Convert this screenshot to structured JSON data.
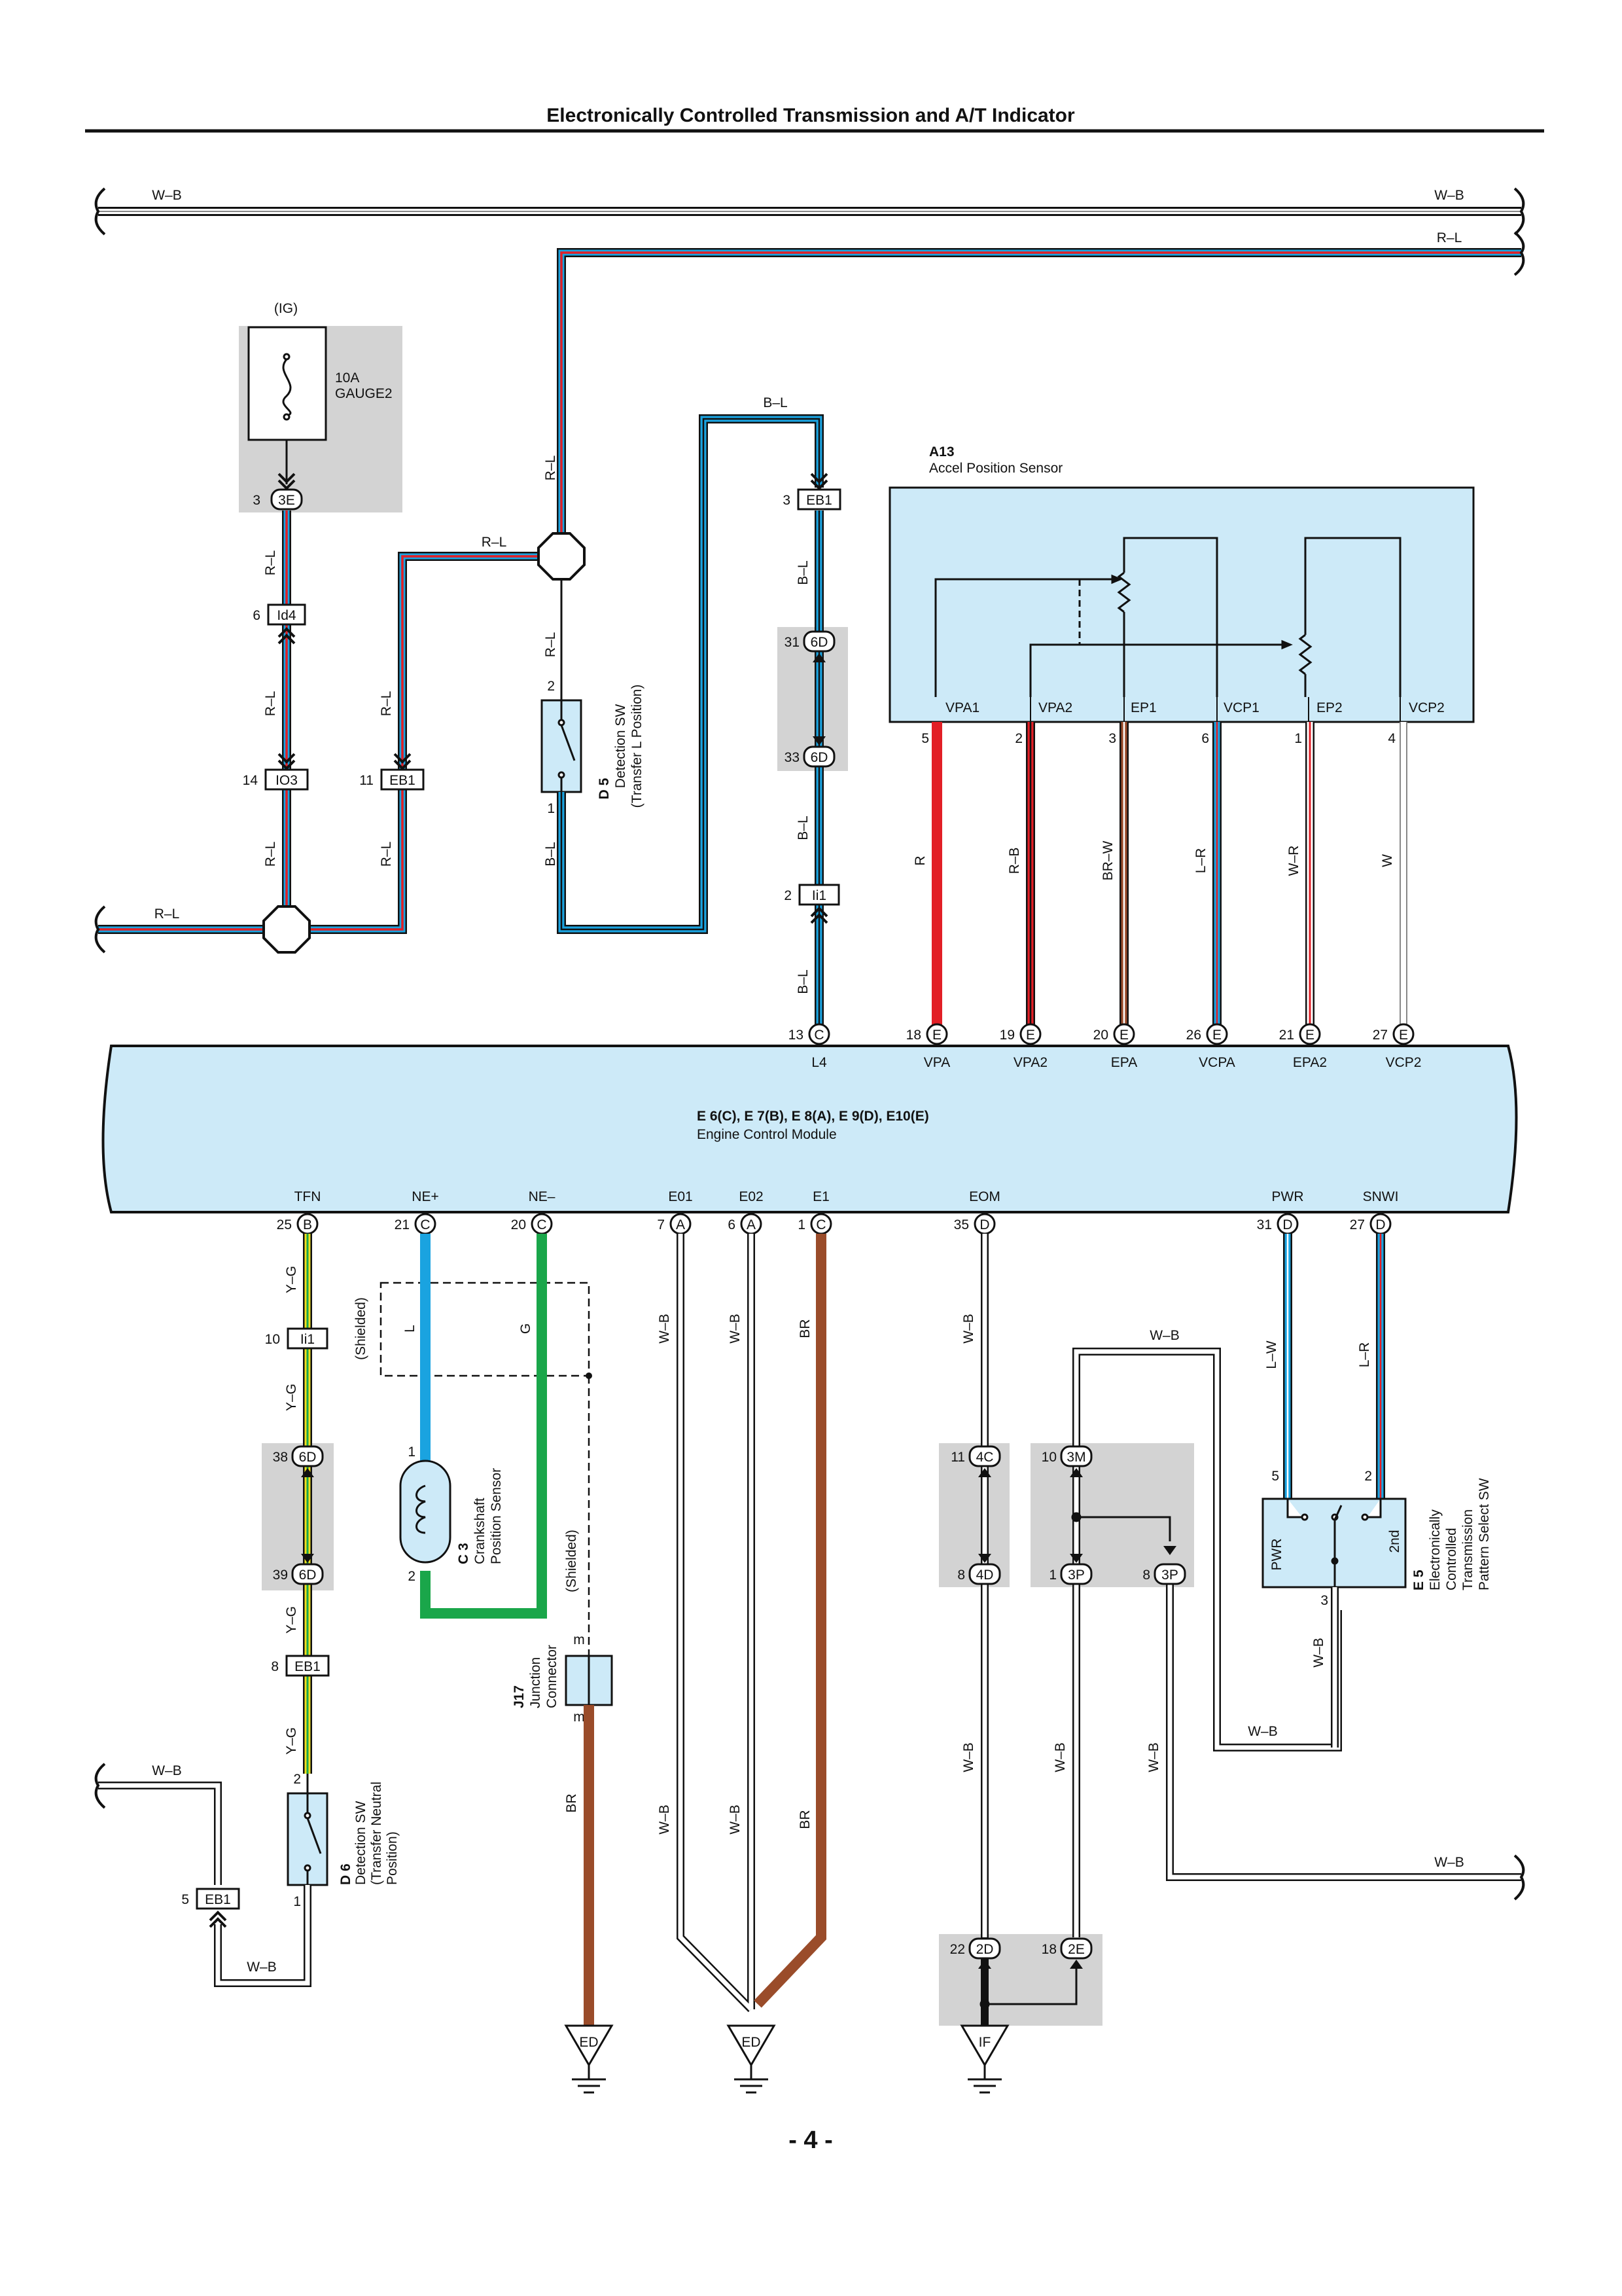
{
  "title": "Electronically Controlled Transmission and A/T Indicator",
  "page_number": "- 4 -",
  "colors": {
    "red_l": "#e21f26",
    "blue_l": "#1aa3e0",
    "brown": "#9a4c2a",
    "green": "#1aa64a",
    "yellow": "#f0e020",
    "module_fill": "#cdeaf8",
    "panel_grey": "#d3d3d3"
  },
  "wires": {
    "wb_top_left": "W–B",
    "wb_top_right": "W–B",
    "rl_top": "R–L",
    "rl_3e": "R–L",
    "rl_id4": "R–L",
    "rl_io3": "R–L",
    "rl_left": "R–L",
    "rl_eb1_up": "R–L",
    "rl_eb1_down": "R–L",
    "rl_horiz": "R–L",
    "rl_vert": "R–L",
    "rl_d5": "R–L",
    "bl_d5": "B–L",
    "bl_top": "B–L",
    "bl_1": "B–L",
    "bl_2": "B–L",
    "bl_3": "B–L",
    "r": "R",
    "rb": "R–B",
    "brw": "BR–W",
    "lr": "L–R",
    "wr": "W–R",
    "w": "W",
    "yg1": "Y–G",
    "yg2": "Y–G",
    "yg3": "Y–G",
    "yg4": "Y–G",
    "l": "L",
    "g": "G",
    "wb_e01": "W–B",
    "wb_e02": "W–B",
    "br_e1": "BR",
    "wb_eom": "W–B",
    "lw": "L–W",
    "lr2": "L–R",
    "wb_3m": "W–B",
    "wb_e01_low": "W–B",
    "wb_e02_low": "W–B",
    "br_e1_low": "BR",
    "br_j17": "BR",
    "wb_4d": "W–B",
    "wb_3p1": "W–B",
    "wb_3p8": "W–B",
    "wb_right": "W–B",
    "wb_e5": "W–B",
    "wb_e5_h": "W–B",
    "wb_left": "W–B",
    "wb_d6": "W–B"
  },
  "labels": {
    "ig": "(IG)",
    "fuse_amp": "10A",
    "fuse_name": "GAUGE2",
    "a13_code": "A13",
    "a13_name": "Accel Position Sensor",
    "d5_code": "D 5",
    "d5_name": "Detection SW",
    "d5_sub": "(Transfer L Position)",
    "ecm_codes": "E 6(C), E 7(B), E 8(A), E 9(D), E10(E)",
    "ecm_name": "Engine Control Module",
    "shielded1": "(Shielded)",
    "shielded2": "(Shielded)",
    "c3_code": "C 3",
    "c3_name1": "Crankshaft",
    "c3_name2": "Position Sensor",
    "j17_code": "J17",
    "j17_name1": "Junction",
    "j17_name2": "Connector",
    "j17_m1": "m",
    "j17_m2": "m",
    "d6_code": "D 6",
    "d6_name": "Detection SW",
    "d6_sub1": "(Transfer Neutral",
    "d6_sub2": "Position)",
    "e5_code": "E 5",
    "e5_name1": "Electronically",
    "e5_name2": "Controlled",
    "e5_name3": "Transmission",
    "e5_name4": "Pattern Select SW",
    "e5_pwr": "PWR",
    "e5_2nd": "2nd",
    "ground_ed1": "ED",
    "ground_ed2": "ED",
    "ground_if": "IF"
  },
  "connectors": {
    "c3e": {
      "pin": "3",
      "code": "3E"
    },
    "id4": {
      "pin": "6",
      "code": "Id4"
    },
    "io3": {
      "pin": "14",
      "code": "IO3"
    },
    "eb1_a": {
      "pin": "11",
      "code": "EB1"
    },
    "eb1_top": {
      "pin": "3",
      "code": "EB1"
    },
    "c6d_31": {
      "pin": "31",
      "code": "6D"
    },
    "c6d_33": {
      "pin": "33",
      "code": "6D"
    },
    "ii1_top": {
      "pin": "2",
      "code": "Ii1"
    },
    "ii1_low": {
      "pin": "10",
      "code": "Ii1"
    },
    "c6d_38": {
      "pin": "38",
      "code": "6D"
    },
    "c6d_39": {
      "pin": "39",
      "code": "6D"
    },
    "eb1_8": {
      "pin": "8",
      "code": "EB1"
    },
    "eb1_5": {
      "pin": "5",
      "code": "EB1"
    },
    "c4c": {
      "pin": "11",
      "code": "4C"
    },
    "c4d": {
      "pin": "8",
      "code": "4D"
    },
    "c3m": {
      "pin": "10",
      "code": "3M"
    },
    "c3p_1": {
      "pin": "1",
      "code": "3P"
    },
    "c3p_8": {
      "pin": "8",
      "code": "3P"
    },
    "c2d": {
      "pin": "22",
      "code": "2D"
    },
    "c2e": {
      "pin": "18",
      "code": "2E"
    }
  },
  "pins": {
    "d5_2": "2",
    "d5_1": "1",
    "d6_2": "2",
    "d6_1": "1",
    "a13_vpa1": "5",
    "a13_vpa2": "2",
    "a13_ep1": "3",
    "a13_vcp1": "6",
    "a13_ep2": "1",
    "a13_vcp2": "4",
    "c3_1": "1",
    "c3_2": "2",
    "e5_5": "5",
    "e5_2": "2",
    "e5_3": "3"
  },
  "a13_terms": [
    "VPA1",
    "VPA2",
    "EP1",
    "VCP1",
    "EP2",
    "VCP2"
  ],
  "ecm_top": [
    {
      "num": "13",
      "letter": "C",
      "name": "L4"
    },
    {
      "num": "18",
      "letter": "E",
      "name": "VPA"
    },
    {
      "num": "19",
      "letter": "E",
      "name": "VPA2"
    },
    {
      "num": "20",
      "letter": "E",
      "name": "EPA"
    },
    {
      "num": "26",
      "letter": "E",
      "name": "VCPA"
    },
    {
      "num": "21",
      "letter": "E",
      "name": "EPA2"
    },
    {
      "num": "27",
      "letter": "E",
      "name": "VCP2"
    }
  ],
  "ecm_bottom": [
    {
      "num": "25",
      "letter": "B",
      "name": "TFN"
    },
    {
      "num": "21",
      "letter": "C",
      "name": "NE+"
    },
    {
      "num": "20",
      "letter": "C",
      "name": "NE–"
    },
    {
      "num": "7",
      "letter": "A",
      "name": "E01"
    },
    {
      "num": "6",
      "letter": "A",
      "name": "E02"
    },
    {
      "num": "1",
      "letter": "C",
      "name": "E1"
    },
    {
      "num": "35",
      "letter": "D",
      "name": "EOM"
    },
    {
      "num": "31",
      "letter": "D",
      "name": "PWR"
    },
    {
      "num": "27",
      "letter": "D",
      "name": "SNWI"
    }
  ]
}
